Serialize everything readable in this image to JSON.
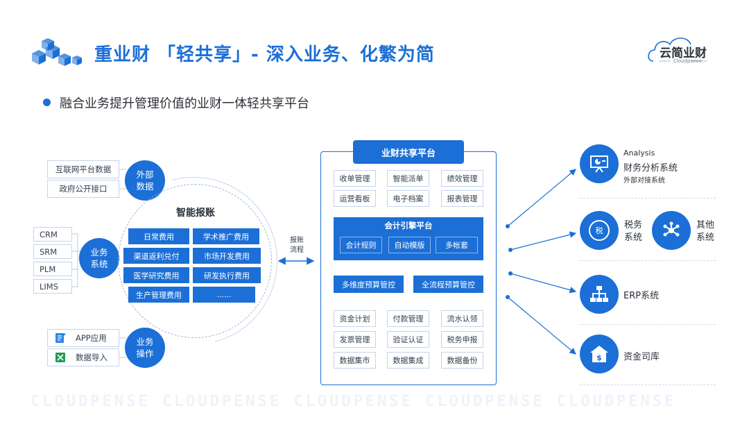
{
  "header": {
    "title": "重业财 「轻共享」- 深入业务、化繁为简",
    "subtitle": "融合业务提升管理价值的业财一体轻共享平台",
    "logo_name": "云简业财",
    "logo_sub": "Cloudpense"
  },
  "left": {
    "external_inputs": [
      "互联网平台数据",
      "政府公开接口"
    ],
    "external_bubble": [
      "外部",
      "数据"
    ],
    "business_systems": [
      "CRM",
      "SRM",
      "PLM",
      "LIMS"
    ],
    "business_bubble": [
      "业务",
      "系统"
    ],
    "operations": [
      "APP应用",
      "数据导入"
    ],
    "operations_bubble": [
      "业务",
      "操作"
    ],
    "circle_title": "智能报账",
    "fees": [
      "日常费用",
      "学术推广费用",
      "渠道返利兑付",
      "市场开发费用",
      "医学研究费用",
      "研发执行费用",
      "生产管理费用",
      "......"
    ]
  },
  "flow_label": [
    "报账",
    "流程"
  ],
  "platform": {
    "title": "业财共享平台",
    "top_modules": [
      "收单管理",
      "智能派单",
      "绩效管理",
      "运营看板",
      "电子档案",
      "报表管理"
    ],
    "engine_title": "会计引擎平台",
    "engine_modules": [
      "会计规则",
      "自动模版",
      "多帐套"
    ],
    "budget_modules": [
      "多维度预算管控",
      "全流程预算管控"
    ],
    "bottom_modules": [
      "资金计划",
      "付款管理",
      "流水认领",
      "发票管理",
      "验证认证",
      "税务申报",
      "数据集市",
      "数据集成",
      "数据备份"
    ]
  },
  "right": {
    "analysis_en": "Analysis",
    "analysis": "财务分析系统",
    "analysis_sub": "外部对接系统",
    "tax_icon_text": "税",
    "tax": [
      "税务",
      "系统"
    ],
    "other": [
      "其他",
      "系统"
    ],
    "erp": "ERP系统",
    "treasury": "资金司库"
  },
  "watermark": "CLOUDPENSE CLOUDPENSE CLOUDPENSE CLOUDPENSE CLOUDPENSE",
  "colors": {
    "primary": "#1b6fd6",
    "border": "#c3d3ea",
    "text": "#2f3540"
  },
  "icons": [
    "cubes-icon",
    "cloud-logo-icon",
    "presentation-chart-icon",
    "network-icon",
    "org-chart-icon",
    "bank-dollar-icon",
    "edit-doc-icon",
    "excel-icon"
  ]
}
